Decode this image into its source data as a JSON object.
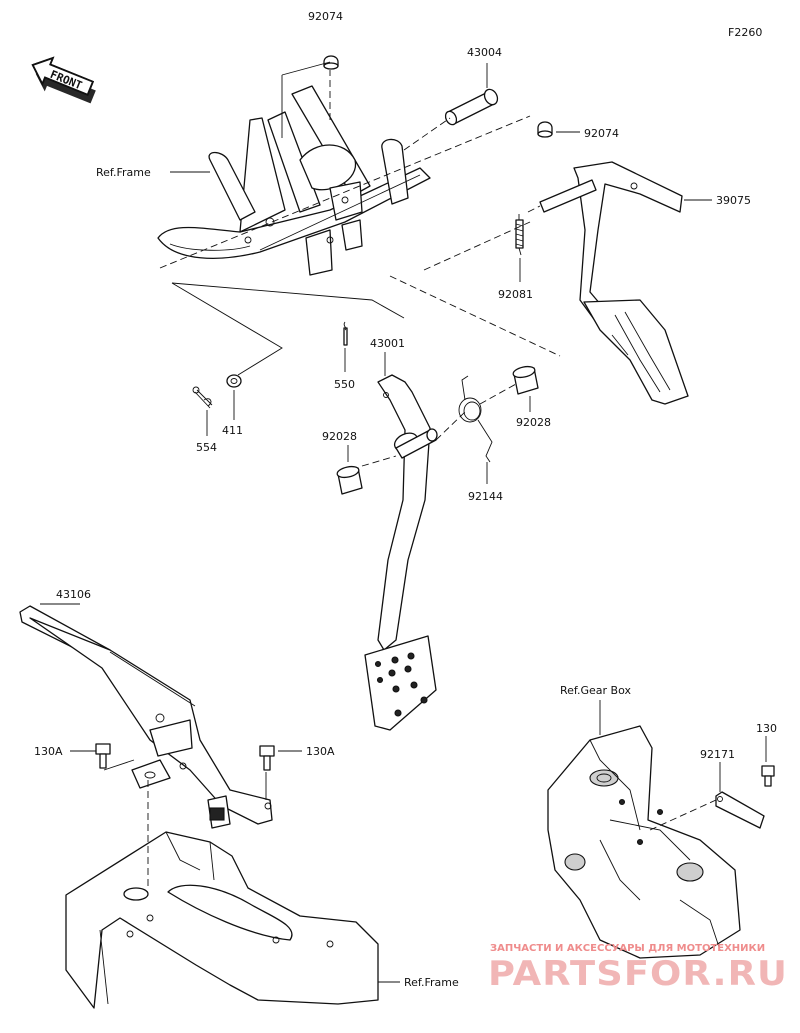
{
  "diagram": {
    "code": "F2260",
    "front_label": "FRONT",
    "labels": {
      "p92074_top": "92074",
      "p43004": "43004",
      "p92074_right": "92074",
      "ref_frame_top": "Ref.Frame",
      "p39075": "39075",
      "p92081": "92081",
      "p550": "550",
      "p43001": "43001",
      "p411": "411",
      "p554": "554",
      "p92028_left": "92028",
      "p92028_right": "92028",
      "p92144": "92144",
      "p43106": "43106",
      "ref_gear_box": "Ref.Gear Box",
      "p130": "130",
      "p92171": "92171",
      "p130A_left": "130A",
      "p130A_right": "130A",
      "ref_frame_bottom": "Ref.Frame"
    }
  },
  "watermark": {
    "tagline": "ЗАПЧАСТИ И АКСЕССУАРЫ ДЛЯ МОТОТЕХНИКИ",
    "brand": "PARTSFOR.RU"
  }
}
